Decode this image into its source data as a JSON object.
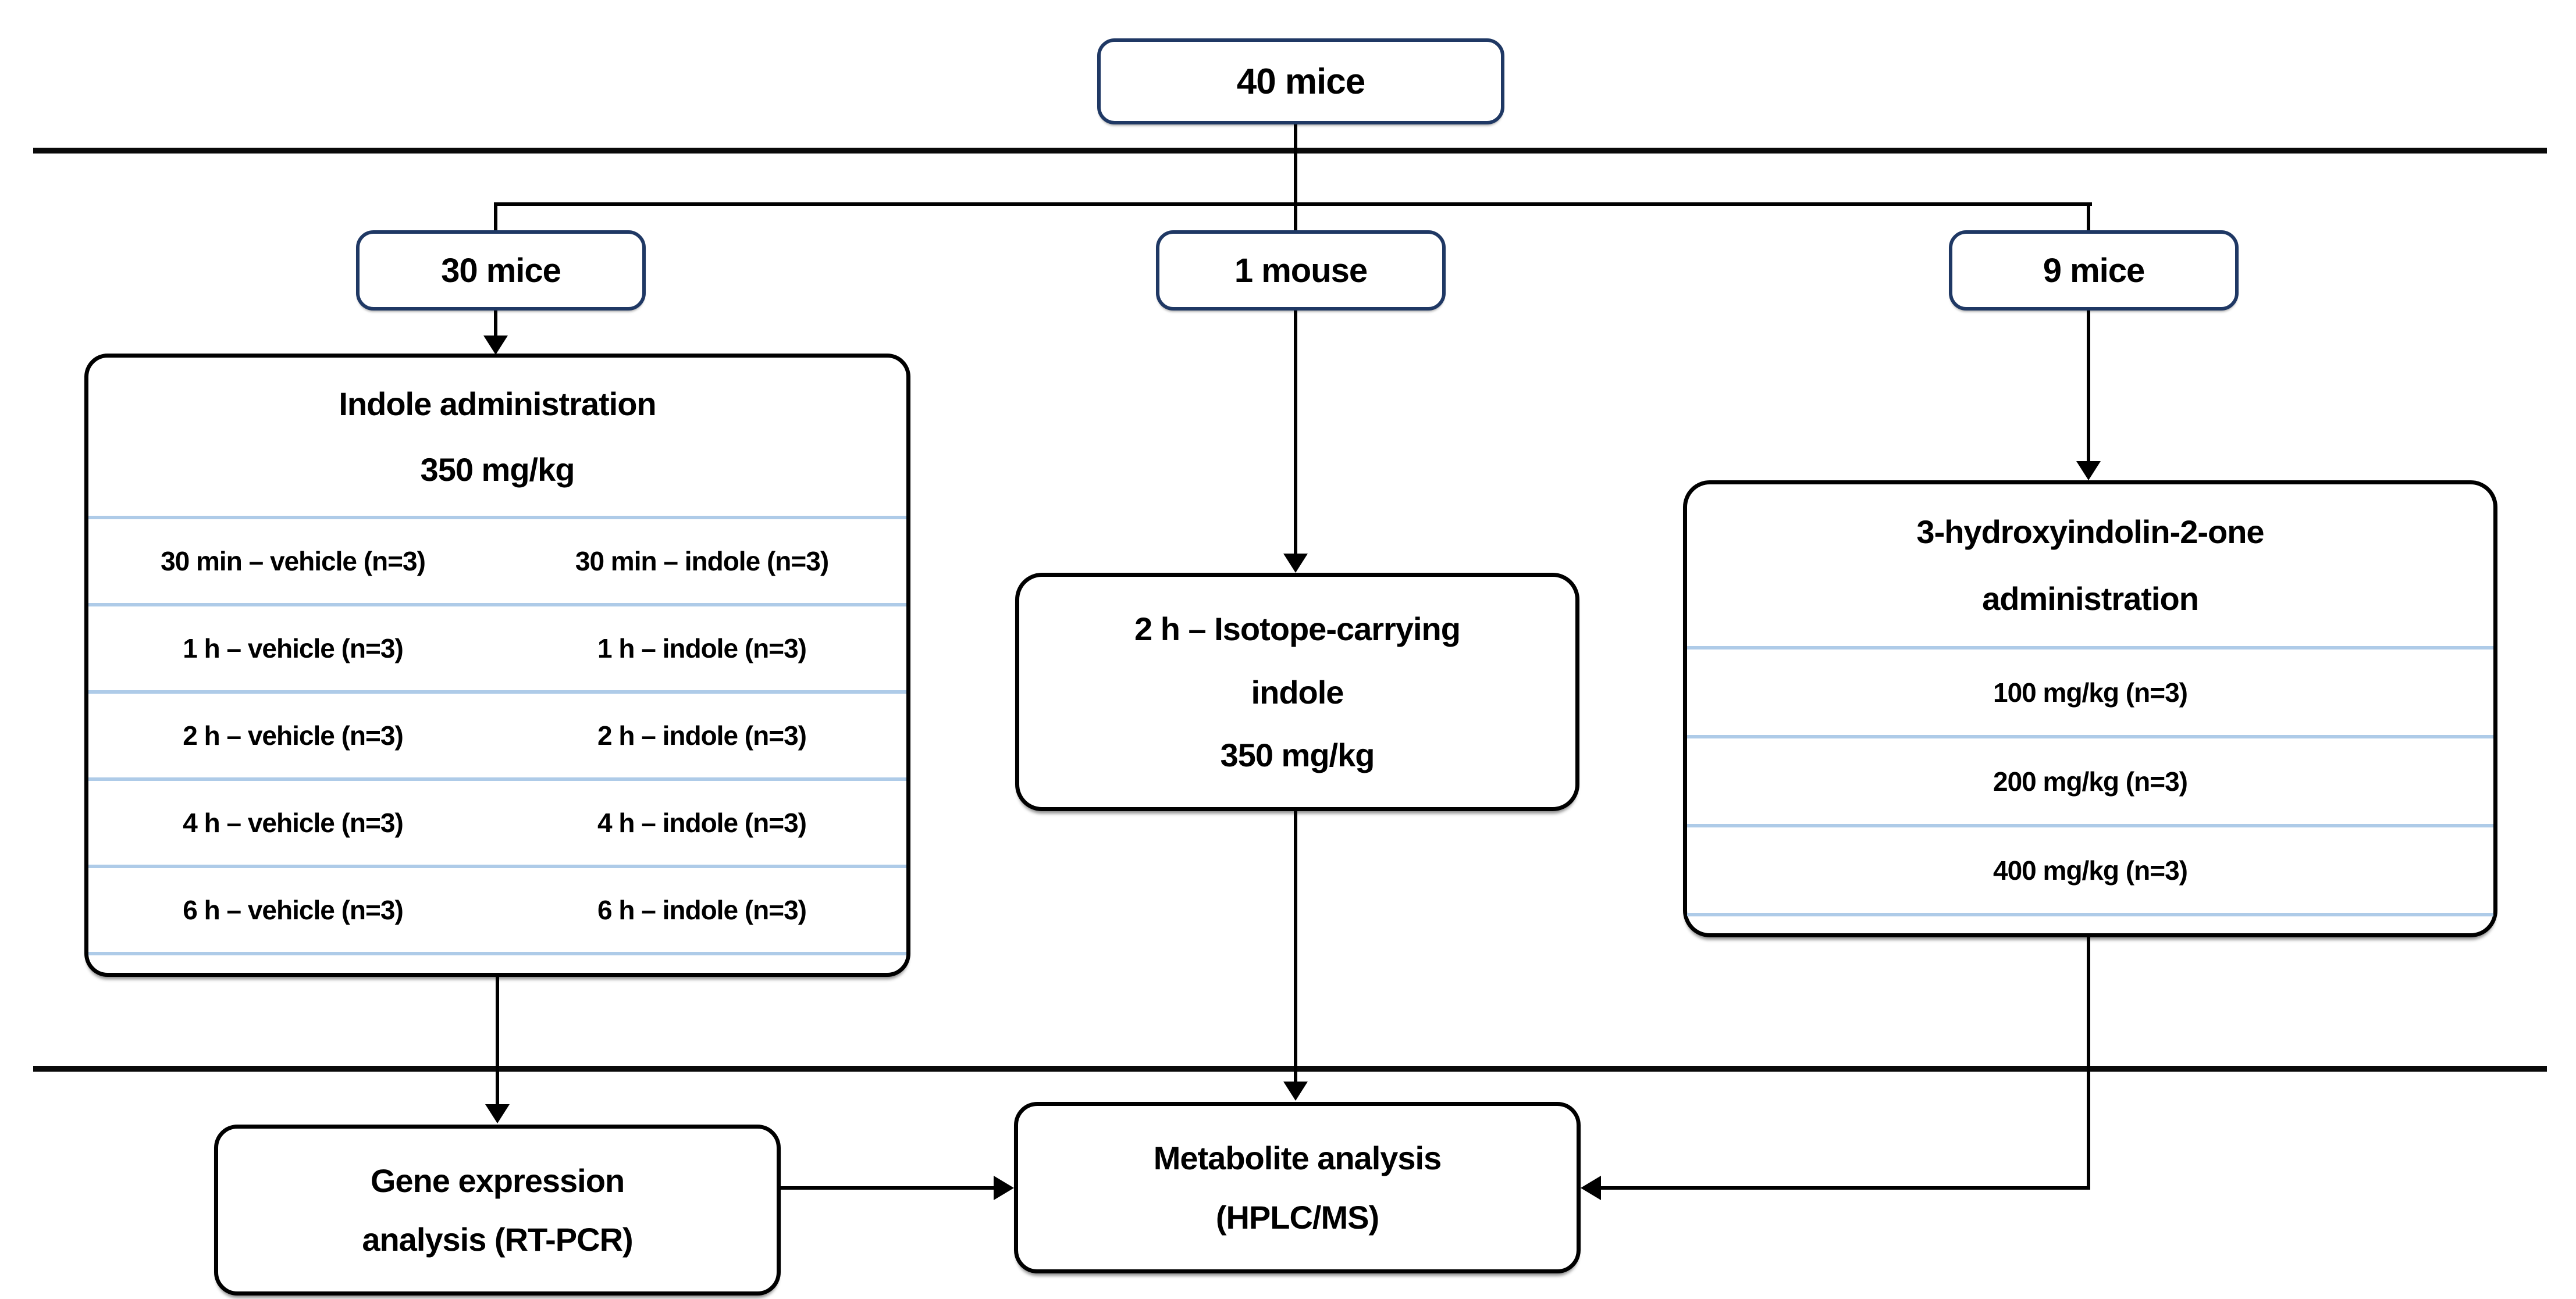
{
  "diagram": {
    "top_box": {
      "label": "40 mice"
    },
    "branch_boxes": {
      "left": {
        "label": "30 mice"
      },
      "middle": {
        "label": "1 mouse"
      },
      "right": {
        "label": "9 mice"
      }
    },
    "indole_box": {
      "title_line1": "Indole administration",
      "title_line2": "350 mg/kg",
      "rows": [
        {
          "left": "30 min – vehicle (n=3)",
          "right": "30 min – indole (n=3)"
        },
        {
          "left": "1 h – vehicle (n=3)",
          "right": "1 h – indole (n=3)"
        },
        {
          "left": "2 h – vehicle (n=3)",
          "right": "2 h – indole (n=3)"
        },
        {
          "left": "4 h – vehicle (n=3)",
          "right": "4 h – indole (n=3)"
        },
        {
          "left": "6 h – vehicle (n=3)",
          "right": "6 h – indole (n=3)"
        }
      ]
    },
    "isotope_box": {
      "line1": "2 h – Isotope-carrying",
      "line2": "indole",
      "line3": "350 mg/kg"
    },
    "hydroxy_box": {
      "title_line1": "3-hydroxyindolin-2-one",
      "title_line2": "administration",
      "rows": [
        {
          "label": "100 mg/kg (n=3)"
        },
        {
          "label": "200 mg/kg (n=3)"
        },
        {
          "label": "400 mg/kg (n=3)"
        }
      ]
    },
    "gene_box": {
      "line1": "Gene expression",
      "line2": "analysis (RT-PCR)"
    },
    "metabolite_box": {
      "line1": "Metabolite analysis",
      "line2": "(HPLC/MS)"
    },
    "colors": {
      "small_box_border": "#1F3864",
      "big_box_border": "#000000",
      "row_separator": "#AECBE8",
      "connector": "#000000"
    }
  }
}
